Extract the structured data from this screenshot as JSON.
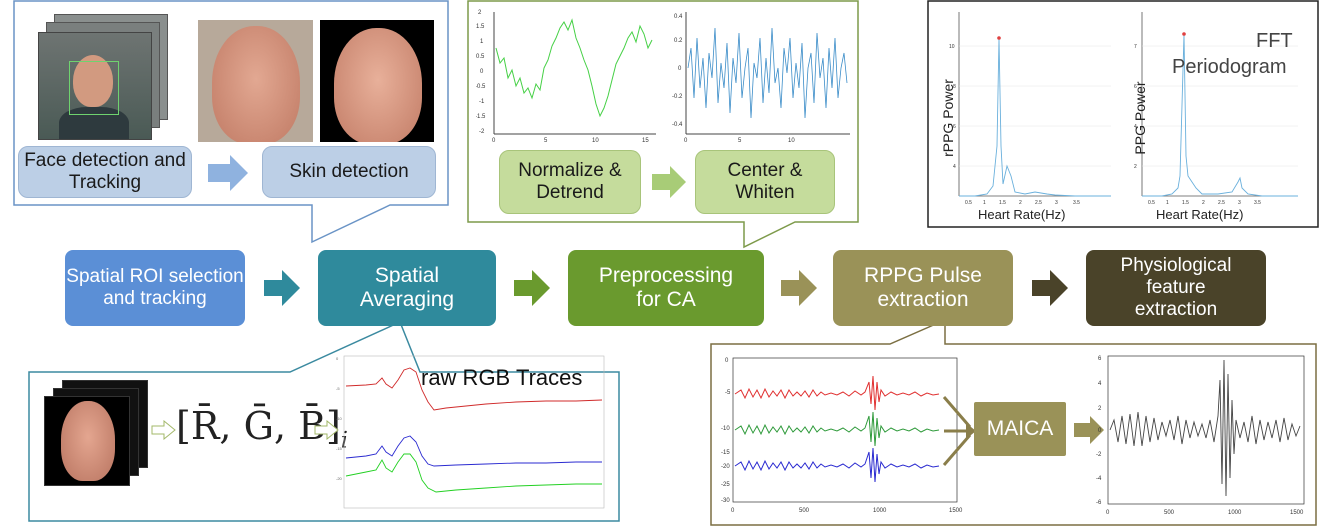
{
  "top_left_callout": {
    "box1": "Face detection and Tracking",
    "box2": "Skin detection"
  },
  "top_mid_callout": {
    "box1": "Normalize & Detrend",
    "box2": "Center & Whiten"
  },
  "top_right_callout": {
    "title_line1": "FFT",
    "title_line2": "Periodogram",
    "plot1_ylabel": "rPPG Power",
    "plot2_ylabel": "PPG Power",
    "xlabel": "Heart Rate(Hz)"
  },
  "pipeline": {
    "step1": "Spatial ROI selection and tracking",
    "step2": "Spatial Averaging",
    "step3": "Preprocessing for CA",
    "step4": "RPPG Pulse extraction",
    "step5": "Physiological feature extraction",
    "colors": [
      "#5b8fd6",
      "#2f8a9c",
      "#6a9a2e",
      "#9a9258",
      "#4a4329"
    ]
  },
  "bottom_left_callout": {
    "formula": "[R̄, Ḡ, B̄]",
    "subscript": "i",
    "traces_label": "raw RGB Traces"
  },
  "bottom_right_callout": {
    "maica": "MAICA",
    "left_yticks": [
      "0",
      "-5",
      "-10",
      "-15",
      "-20",
      "-25",
      "-30"
    ],
    "left_xticks": [
      "0",
      "500",
      "1000",
      "1500"
    ],
    "right_yticks": [
      "6",
      "4",
      "2",
      "0",
      "-2",
      "-4",
      "-6"
    ],
    "right_xticks": [
      "0",
      "500",
      "1000",
      "1500"
    ]
  }
}
